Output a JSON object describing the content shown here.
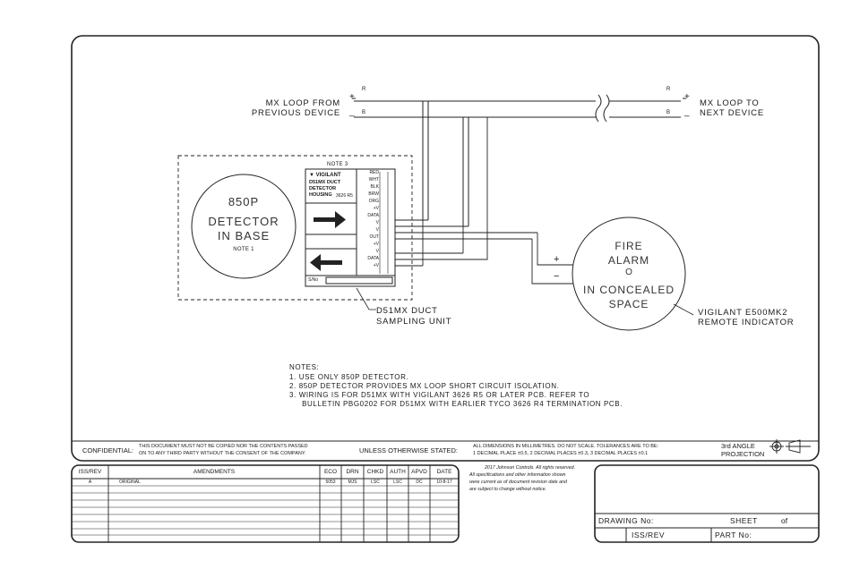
{
  "loop_in": {
    "line1": "MX LOOP FROM",
    "line2": "PREVIOUS DEVICE",
    "pos": "+",
    "neg": "_",
    "r": "R",
    "b": "B"
  },
  "loop_out": {
    "line1": "MX LOOP TO",
    "line2": "NEXT DEVICE",
    "pos": "+",
    "neg": "_",
    "r": "R",
    "b": "B"
  },
  "note3": "NOTE 3",
  "detector": {
    "line1": "850P",
    "line2": "DETECTOR",
    "line3": "IN BASE",
    "note": "NOTE 1"
  },
  "unit": {
    "brand": "VIGILANT",
    "title1": "D51MX DUCT",
    "title2": "DETECTOR",
    "title3": "HOUSING",
    "model": "3626 R5",
    "terminals": [
      "RED",
      "WHT",
      "BLK",
      "BRW",
      "ORG",
      "+V",
      "DATA",
      "V",
      "V",
      "OUT",
      "+V",
      "V",
      "DATA",
      "+V"
    ],
    "sn": "S/No",
    "caption1": "D51MX DUCT",
    "caption2": "SAMPLING UNIT"
  },
  "indicator": {
    "line1": "FIRE",
    "line2": "ALARM",
    "line3": "O",
    "line4": "IN CONCEALED",
    "line5": "SPACE",
    "pos": "+",
    "neg": "−",
    "caption1": "VIGILANT E500MK2",
    "caption2": "REMOTE INDICATOR"
  },
  "notes": {
    "heading": "NOTES:",
    "items": [
      "1.  USE ONLY 850P DETECTOR.",
      "2.  850P DETECTOR PROVIDES MX LOOP SHORT CIRCUIT ISOLATION.",
      "3.  WIRING IS FOR D51MX WITH VIGILANT 3626 R5 OR LATER PCB. REFER TO",
      "     BULLETIN PBG0202 FOR D51MX WITH EARLIER TYCO 3626 R4 TERMINATION PCB."
    ]
  },
  "footer": {
    "confidential_label": "CONFIDENTIAL:",
    "confidential_text1": "THIS DOCUMENT MUST NOT BE COPIED NOR THE CONTENTS PASSED",
    "confidential_text2": "ON TO ANY THIRD PARTY WITHOUT THE CONSENT OF THE COMPANY.",
    "unless_label": "UNLESS OTHERWISE STATED:",
    "unless_text1": "ALL DIMENSIONS IN MILLIMETRES. DO NOT SCALE. TOLERANCES ARE TO BE:",
    "unless_text2": "1 DECIMAL PLACE ±0.5, 2 DECIMAL PLACES ±0.3, 3 DECIMAL PLACES ±0.1",
    "projection1": "3rd ANGLE",
    "projection2": "PROJECTION"
  },
  "amendments": {
    "headers": [
      "ISS/REV",
      "AMENDMENTS",
      "ECO",
      "DRN",
      "CHKD",
      "AUTH",
      "APVD",
      "DATE"
    ],
    "rows": [
      [
        "A",
        "ORIGINAL",
        "5053",
        "MJS",
        "LSC",
        "LSC",
        "DC",
        "10-8-17"
      ]
    ]
  },
  "copyright": [
    "2017 Johnson Controls. All rights reserved.",
    "All specifications and other information shown",
    "were current as of document revision date and",
    "are subject to change without notice."
  ],
  "titleblock": {
    "drawing_no": "DRAWING No:",
    "sheet": "SHEET",
    "of": "of",
    "iss_rev": "ISS/REV",
    "part_no": "PART No:"
  }
}
